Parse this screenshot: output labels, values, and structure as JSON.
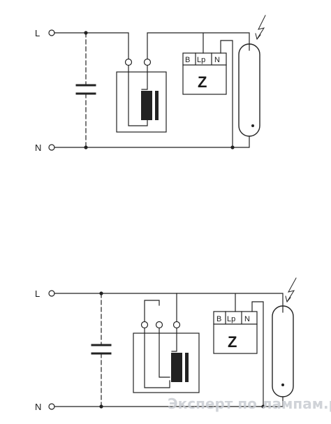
{
  "diagram1": {
    "line_label": "L",
    "neutral_label": "N",
    "ignitor_terminals": [
      "B",
      "Lp",
      "N"
    ],
    "ignitor_label": "Z"
  },
  "diagram2": {
    "line_label": "L",
    "neutral_label": "N",
    "ignitor_terminals": [
      "B",
      "Lp",
      "N"
    ],
    "ignitor_label": "Z"
  },
  "watermark": "Эксперт по лампам.рф",
  "colors": {
    "line": "#222222",
    "ink": "#1a1a1a",
    "watermark": "#c8ccd2"
  }
}
